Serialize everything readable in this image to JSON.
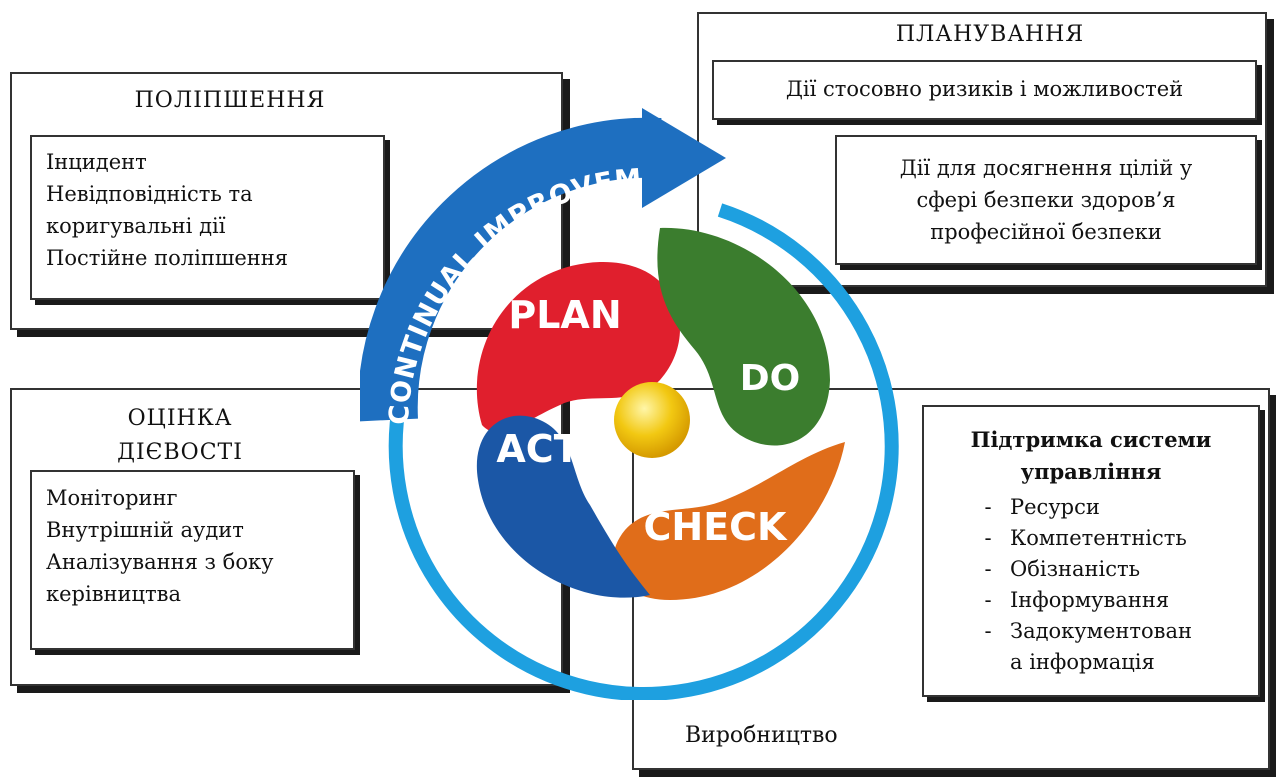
{
  "cycle": {
    "arc_text": "CONTINUAL IMPROVEMENT",
    "petals": {
      "plan": "PLAN",
      "do": "DO",
      "check": "CHECK",
      "act": "ACT"
    },
    "colors": {
      "plan": "#e01f2d",
      "do": "#3b7d2e",
      "check": "#e06d1a",
      "act": "#1b57a6",
      "arrow": "#1e6fc0",
      "ring": "#1ea0e0",
      "center": "#f2c812"
    }
  },
  "improvement": {
    "title": "ПОЛІПШЕННЯ",
    "items": [
      "Інцидент",
      "Невідповідність та",
      "коригувальні дії",
      "Постійне поліпшення"
    ]
  },
  "evaluation": {
    "title_line1": "ОЦІНКА",
    "title_line2": "ДІЄВОСТІ",
    "items": [
      "Моніторинг",
      "Внутрішній аудит",
      "Аналізування з боку",
      "керівництва"
    ]
  },
  "planning": {
    "title": "ПЛАНУВАННЯ",
    "risks": "Дії стосовно ризиків і можливостей",
    "goals": [
      "Дії для досягнення цілій у",
      "сфері безпеки здоров’я",
      "професійної безпеки"
    ]
  },
  "support": {
    "title_line1": "Підтримка системи",
    "title_line2": "управління",
    "dash": "-",
    "items": [
      "Ресурси",
      "Компетентність",
      "Обізнаність",
      "Інформування",
      "Задокументован",
      "а інформація"
    ]
  },
  "production": {
    "label": "Виробництво"
  }
}
